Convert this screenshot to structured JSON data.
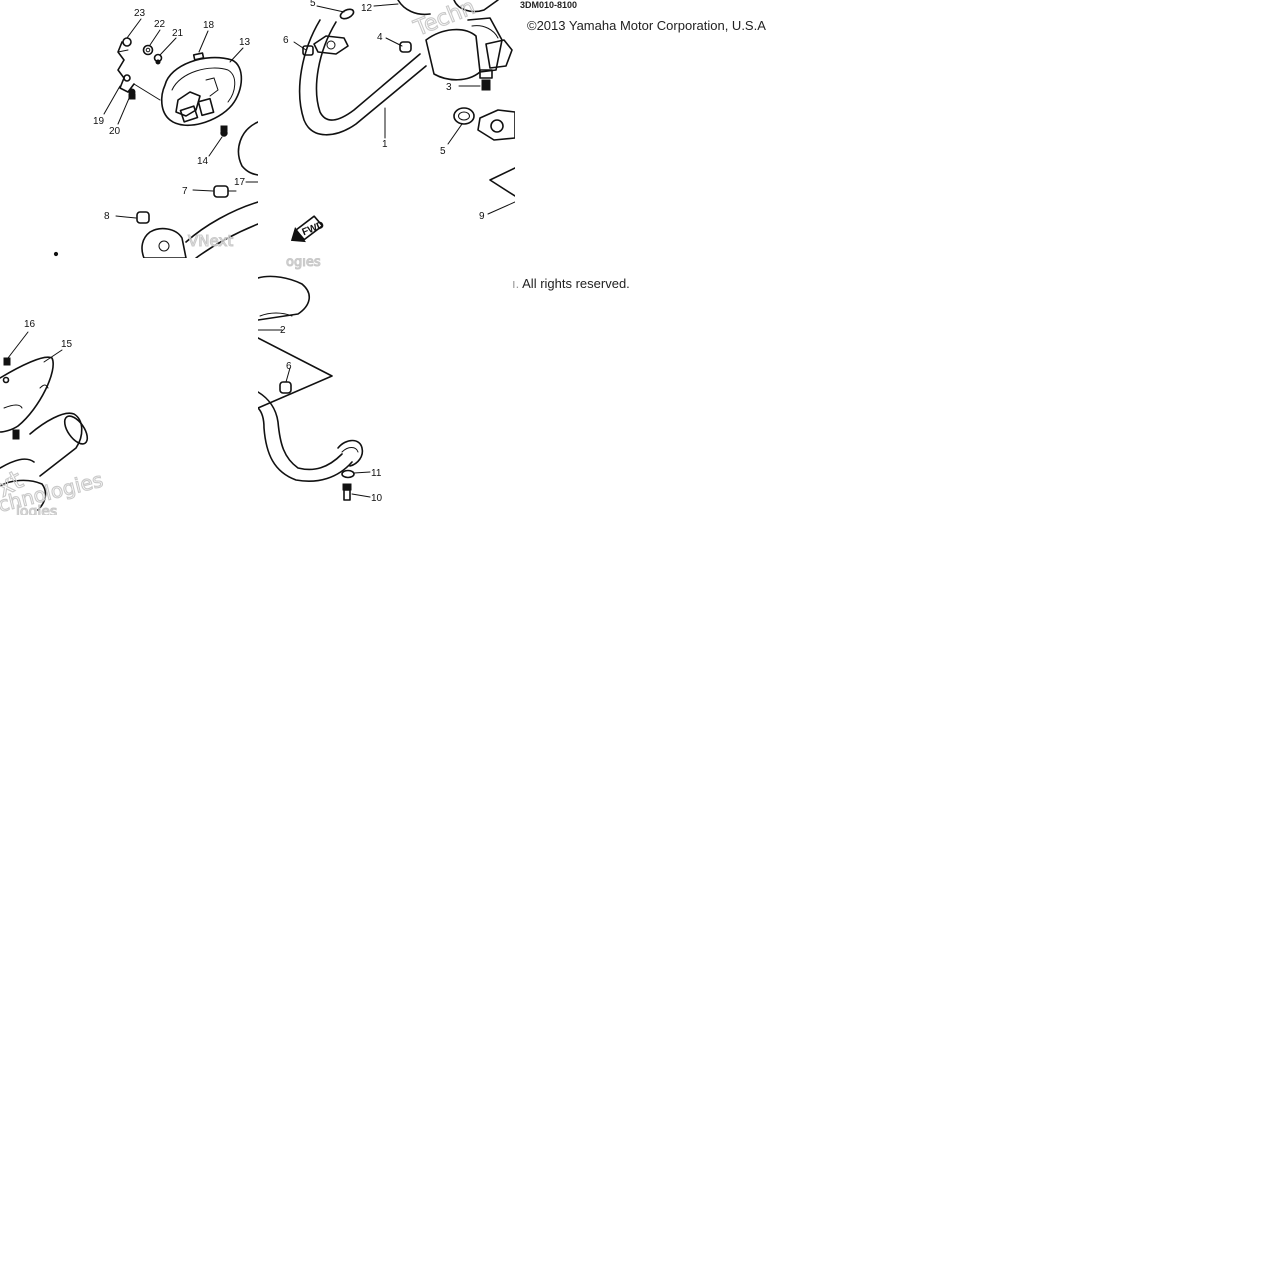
{
  "diagram": {
    "part_code": "3DM010-8100",
    "copyright_line1": "©2013 Yamaha Motor Corporation, U.S.A",
    "copyright_line2": "All rights reserved.",
    "direction_label": "FWD",
    "watermarks": [
      "Techn",
      "VNext",
      "Technologies",
      "ogies",
      "xt",
      "chnologies",
      "logies"
    ],
    "callouts": {
      "n1": "1",
      "n2": "2",
      "n3": "3",
      "n4": "4",
      "n5a": "5",
      "n5b": "5",
      "n6a": "6",
      "n6b": "6",
      "n7": "7",
      "n8": "8",
      "n9": "9",
      "n10": "10",
      "n11": "11",
      "n12": "12",
      "n13": "13",
      "n14": "14",
      "n15": "15",
      "n16": "16",
      "n17": "17",
      "n18": "18",
      "n19": "19",
      "n20": "20",
      "n21": "21",
      "n22": "22",
      "n23": "23"
    }
  },
  "colors": {
    "line": "#111111",
    "watermark": "#c9c9c9",
    "background": "#ffffff"
  }
}
